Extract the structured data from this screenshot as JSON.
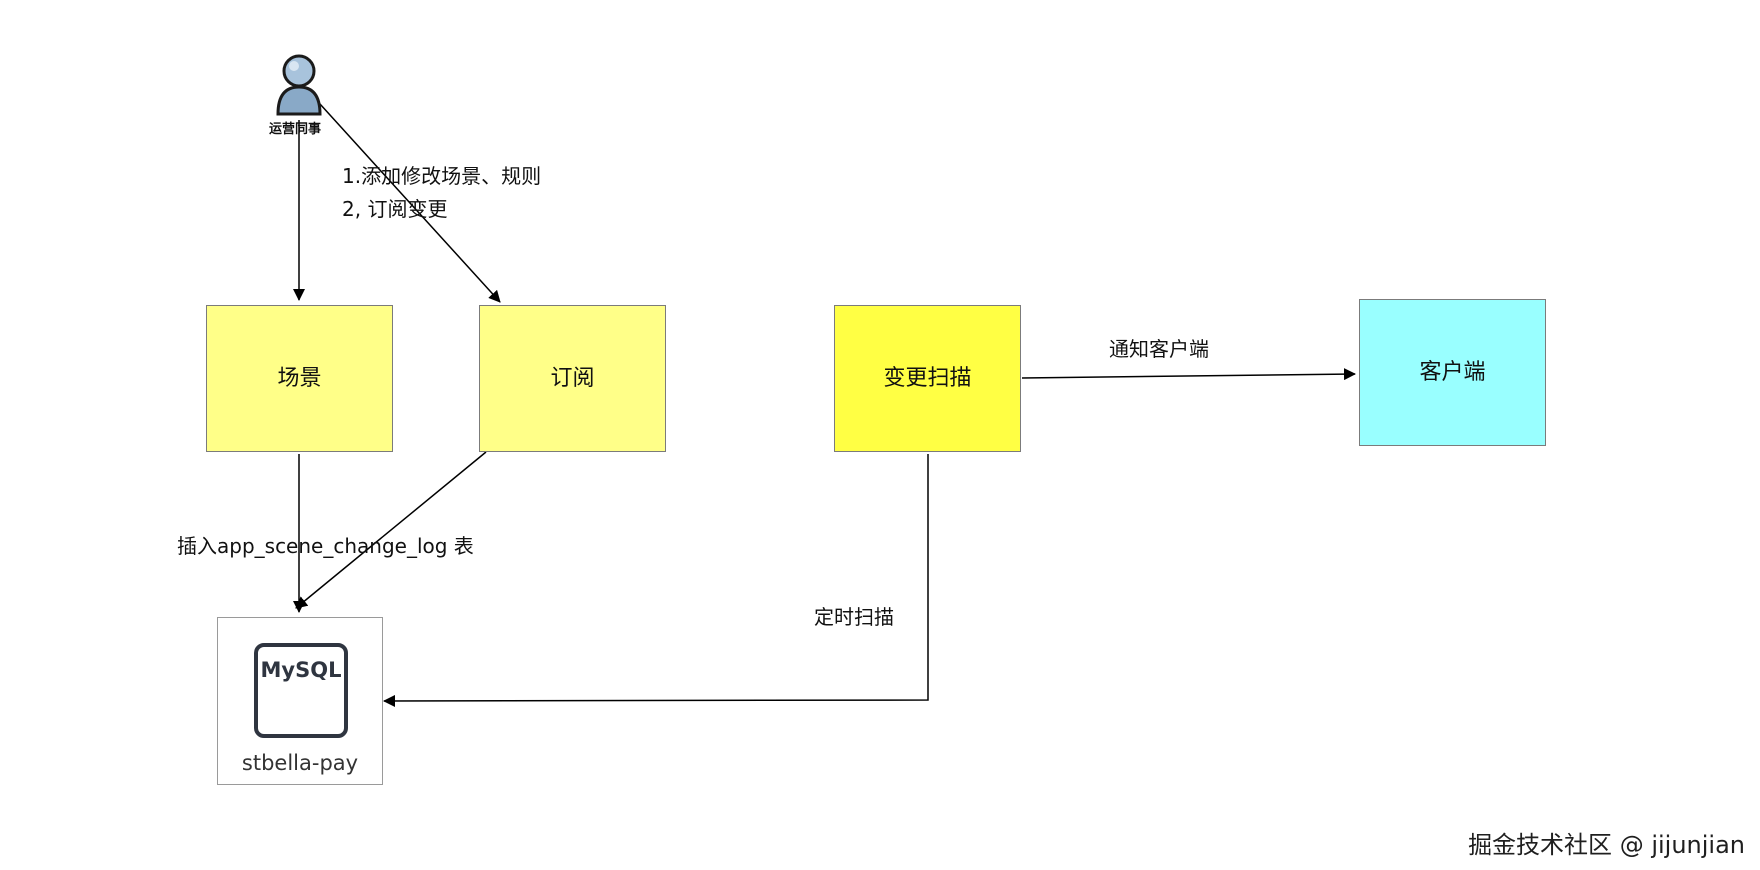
{
  "actor": {
    "label": "运营同事",
    "icon": "user-icon"
  },
  "annotations": {
    "actor_steps": [
      "1.添加修改场景、规则",
      "2, 订阅变更"
    ],
    "insert_log": "插入app_scene_change_log 表",
    "scheduled_scan": "定时扫描",
    "notify_client": "通知客户端"
  },
  "nodes": {
    "scene": "场景",
    "subscription": "订阅",
    "change_scan": "变更扫描",
    "client": "客户端"
  },
  "database": {
    "icon_text": "MySQL",
    "name": "stbella-pay",
    "icon": "mysql-icon"
  },
  "colors": {
    "scene_fill": "#FFFF88",
    "subscription_fill": "#FFFF88",
    "change_scan_fill": "#FFFF44",
    "client_fill": "#99FFFF",
    "node_border": "#7b7b7b"
  },
  "watermark": "掘金技术社区 @ jijunjian"
}
